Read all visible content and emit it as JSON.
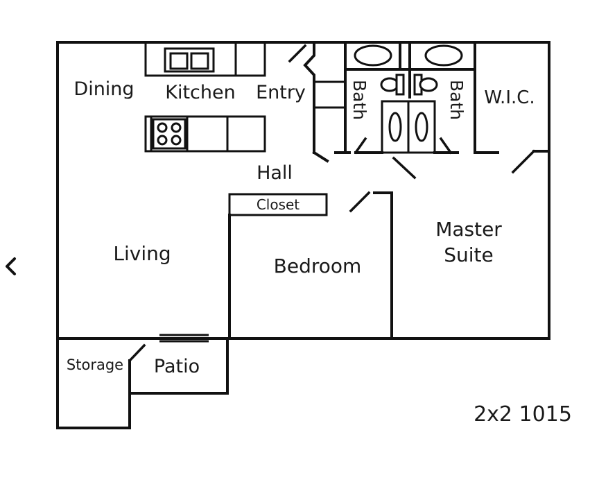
{
  "nav": {
    "prev_icon": "chevron-left-icon"
  },
  "rooms": {
    "dining": "Dining",
    "kitchen": "Kitchen",
    "entry": "Entry",
    "bath_1": "Bath",
    "bath_2": "Bath",
    "wic": "W.I.C.",
    "hall": "Hall",
    "closet": "Closet",
    "living": "Living",
    "bedroom": "Bedroom",
    "master_suite_line1": "Master",
    "master_suite_line2": "Suite",
    "storage": "Storage",
    "patio": "Patio"
  },
  "plan_label": "2x2 1015"
}
